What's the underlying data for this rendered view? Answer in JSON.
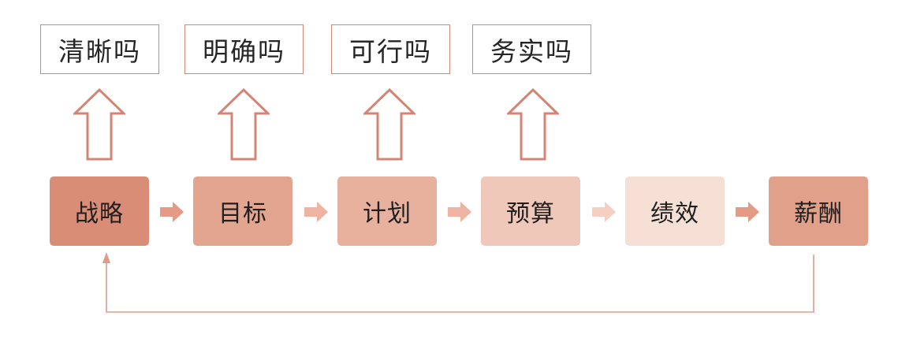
{
  "questions": [
    "清晰吗",
    "明确吗",
    "可行吗",
    "务实吗"
  ],
  "steps": [
    "战略",
    "目标",
    "计划",
    "预算",
    "绩效",
    "薪酬"
  ],
  "colors": {
    "step_fills": [
      "#d98d77",
      "#e2a58f",
      "#e7b19e",
      "#efc8b9",
      "#f6e0d5",
      "#e1a08a"
    ],
    "connector_fills": [
      "#e59a85",
      "#eeb3a1",
      "#eeb3a1",
      "#f4cfc2",
      "#e59a85"
    ],
    "outline": "#d38474",
    "loop_line": "#e09b88"
  }
}
